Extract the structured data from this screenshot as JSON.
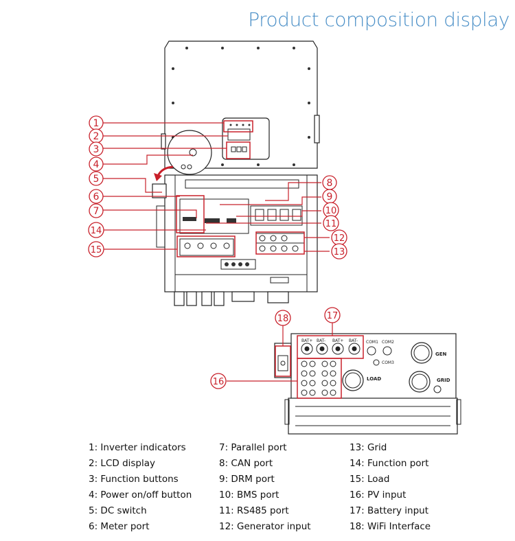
{
  "title": "Product composition display",
  "callouts": [
    "1",
    "2",
    "3",
    "4",
    "5",
    "6",
    "7",
    "8",
    "9",
    "10",
    "11",
    "12",
    "13",
    "14",
    "15",
    "16",
    "17",
    "18"
  ],
  "device_labels": {
    "bat_plus": "BAT+",
    "bat_minus": "BAT-",
    "com1": "COM1",
    "com2": "COM2",
    "com3": "COM3",
    "gen": "GEN",
    "load": "LOAD",
    "grid": "GRID"
  },
  "legend": {
    "col1": [
      "1: Inverter indicators",
      "2: LCD display",
      "3: Function buttons",
      "4: Power on/off button",
      "5: DC switch",
      "6: Meter port"
    ],
    "col2": [
      "7: Parallel port",
      "8: CAN port",
      "9: DRM port",
      "10: BMS port",
      "11: RS485 port",
      "12: Generator input"
    ],
    "col3": [
      "13: Grid",
      "14: Function port",
      "15: Load",
      "16: PV input",
      "17: Battery input",
      "18: WiFi Interface"
    ]
  },
  "colors": {
    "title": "#4a8fc7",
    "callout": "#c8202a",
    "line": "#222222"
  }
}
